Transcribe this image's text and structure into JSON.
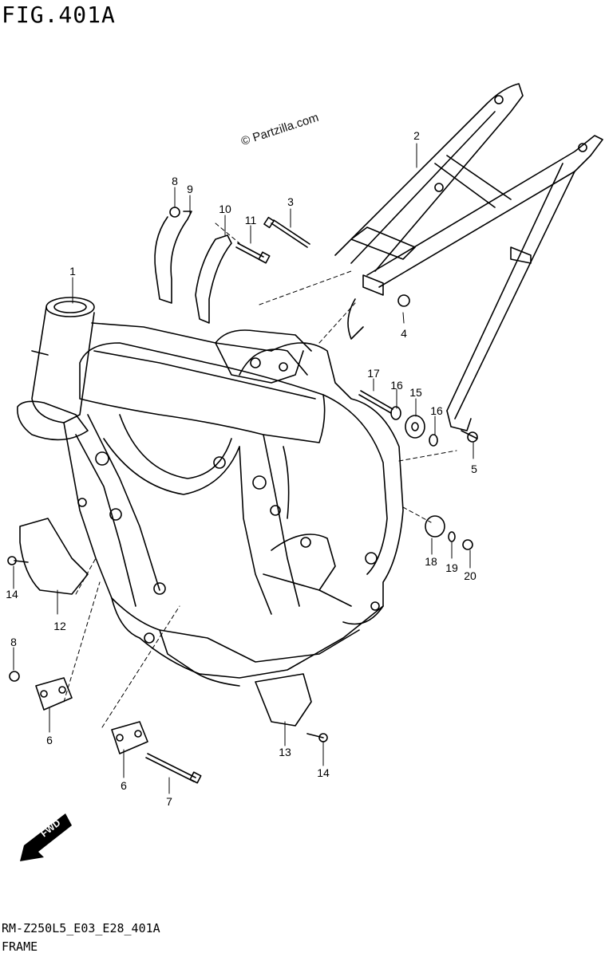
{
  "figure": {
    "title": "FIG.401A",
    "watermark": "© Partzilla.com",
    "footer_code": "RM-Z250L5_E03_E28_401A",
    "footer_name": "FRAME",
    "fwd_label": "FWD"
  },
  "callouts": [
    {
      "id": "c1",
      "number": "1"
    },
    {
      "id": "c2",
      "number": "2"
    },
    {
      "id": "c3",
      "number": "3"
    },
    {
      "id": "c4",
      "number": "4"
    },
    {
      "id": "c5",
      "number": "5"
    },
    {
      "id": "c6a",
      "number": "6"
    },
    {
      "id": "c6b",
      "number": "6"
    },
    {
      "id": "c7",
      "number": "7"
    },
    {
      "id": "c8a",
      "number": "8"
    },
    {
      "id": "c8b",
      "number": "8"
    },
    {
      "id": "c9",
      "number": "9"
    },
    {
      "id": "c10",
      "number": "10"
    },
    {
      "id": "c11",
      "number": "11"
    },
    {
      "id": "c12",
      "number": "12"
    },
    {
      "id": "c13",
      "number": "13"
    },
    {
      "id": "c14a",
      "number": "14"
    },
    {
      "id": "c14b",
      "number": "14"
    },
    {
      "id": "c15",
      "number": "15"
    },
    {
      "id": "c16a",
      "number": "16"
    },
    {
      "id": "c16b",
      "number": "16"
    },
    {
      "id": "c17",
      "number": "17"
    },
    {
      "id": "c18",
      "number": "18"
    },
    {
      "id": "c19",
      "number": "19"
    },
    {
      "id": "c20",
      "number": "20"
    }
  ]
}
